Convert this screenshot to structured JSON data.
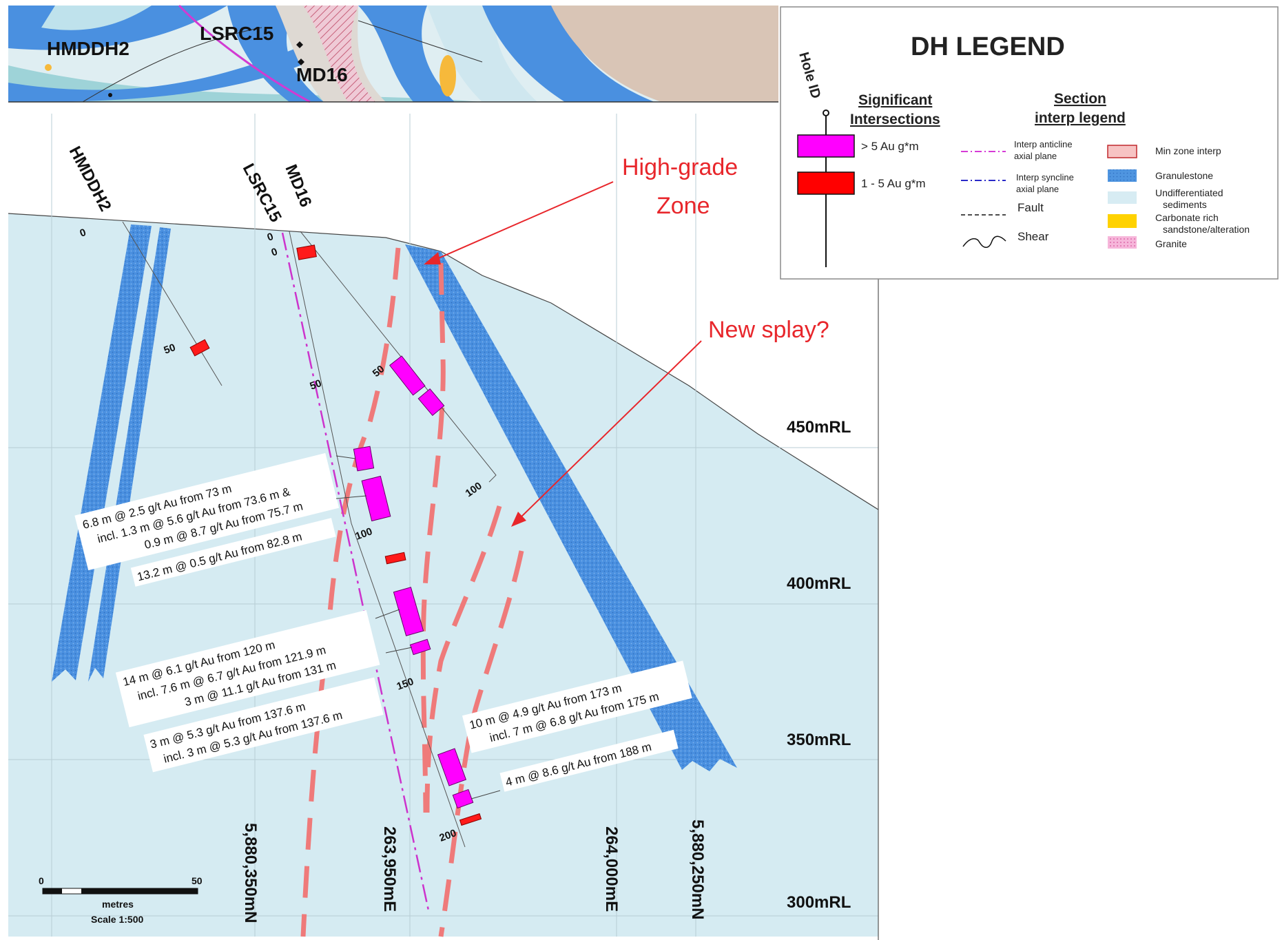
{
  "plan_strip": {
    "hole_labels": [
      "HMDDH2",
      "LSRC15",
      "MD16"
    ]
  },
  "section": {
    "hole_labels": [
      "HMDDH2",
      "LSRC15",
      "MD16"
    ],
    "depth_ticks": {
      "hmddh2": [
        "0",
        "50"
      ],
      "lsrc15": [
        "0",
        "50",
        "100",
        "150",
        "200"
      ],
      "md16": [
        "0",
        "50",
        "100"
      ]
    },
    "rl_labels": [
      "450mRL",
      "400mRL",
      "350mRL",
      "300mRL"
    ],
    "grid_labels": [
      "5,880,350mN",
      "263,950mE",
      "264,000mE",
      "5,880,250mN"
    ],
    "callouts": {
      "high_grade": [
        "High-grade",
        "Zone"
      ],
      "new_splay": "New splay?"
    },
    "intersections": {
      "a": [
        "6.8 m @ 2.5 g/t Au from 73 m",
        "incl. 1.3 m @ 5.6 g/t Au from 73.6 m &",
        "0.9 m @ 8.7 g/t Au from 75.7 m"
      ],
      "b": [
        "13.2 m @ 0.5 g/t Au from 82.8 m"
      ],
      "c": [
        "14 m @ 6.1 g/t Au from 120 m",
        "incl. 7.6 m @ 6.7 g/t Au from 121.9 m",
        "3 m @ 11.1 g/t Au from 131 m"
      ],
      "d": [
        "3 m @ 5.3 g/t Au from 137.6 m",
        "incl. 3 m @ 5.3 g/t Au from 137.6 m"
      ],
      "e": [
        "10 m @ 4.9 g/t Au from 173 m",
        "incl. 7 m @ 6.8 g/t Au from 175 m"
      ],
      "f": [
        "4 m @ 8.6 g/t Au from 188 m"
      ]
    },
    "scale": {
      "start": "0",
      "end": "50",
      "unit": "metres",
      "ratio": "Scale 1:500"
    }
  },
  "legend": {
    "title": "DH LEGEND",
    "hole_id": "Hole ID",
    "significant_header": [
      "Significant",
      "Intersections"
    ],
    "section_header": [
      "Section",
      "interp legend"
    ],
    "significant_items": [
      {
        "label": "> 5 Au g*m",
        "color": "#ff00ff"
      },
      {
        "label": "1 - 5 Au g*m",
        "color": "#ff0000"
      }
    ],
    "line_items": [
      {
        "label": [
          "Interp anticline",
          "axial plane"
        ],
        "icon": "anticline-line-icon"
      },
      {
        "label": [
          "Interp syncline",
          "axial plane"
        ],
        "icon": "syncline-line-icon"
      },
      {
        "label": [
          "Fault"
        ],
        "icon": "fault-line-icon"
      },
      {
        "label": [
          "Shear"
        ],
        "icon": "shear-line-icon"
      }
    ],
    "fill_items": [
      {
        "label": [
          "Min zone interp"
        ],
        "color": "#f7c3c3"
      },
      {
        "label": [
          "Granulestone"
        ],
        "color": "#4f95e0"
      },
      {
        "label": [
          "Undifferentiated",
          "sediments"
        ],
        "color": "#d7ecf3"
      },
      {
        "label": [
          "Carbonate rich",
          "sandstone/alteration"
        ],
        "color": "#ffd200"
      },
      {
        "label": [
          "Granite"
        ],
        "color": "#f2a4d2"
      }
    ]
  },
  "colors": {
    "sediment": "#d5ebf2",
    "granulestone": "#4a90e0",
    "min_zone": "#ef7a7a",
    "high_grade_mark": "#ff00ff",
    "low_grade_mark": "#ff1a1a",
    "callout_red": "#e8262b"
  }
}
